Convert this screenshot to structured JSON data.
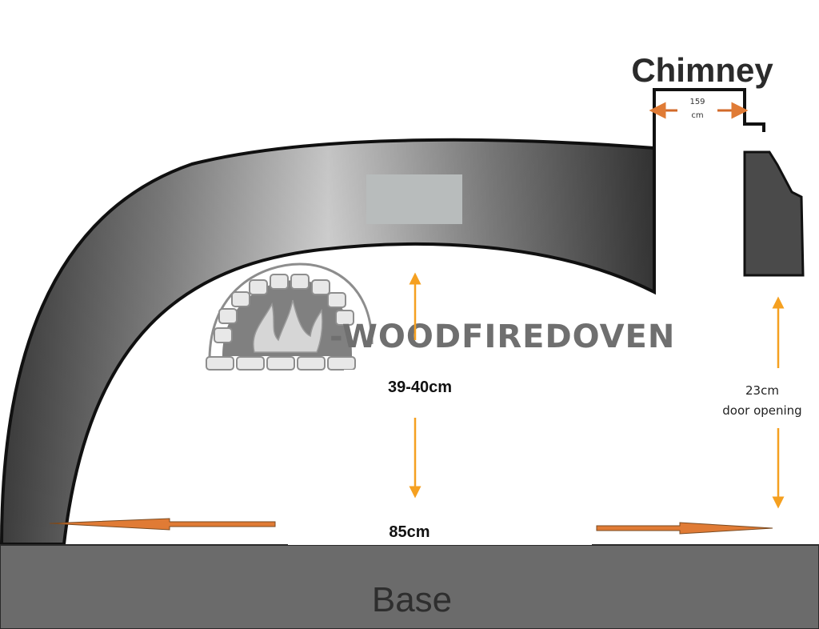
{
  "labels": {
    "chimney": "Chimney",
    "chimney_width_value": "159",
    "chimney_width_unit": "cm",
    "dome_height": "39-40cm",
    "door_height": "23cm",
    "door_caption": "door opening",
    "floor_width": "85cm",
    "base": "Base"
  },
  "watermark": {
    "text": "-WOODFIREDOVEN",
    "logo_icon": "brick-arch-flame-logo-icon"
  },
  "colors": {
    "shell_dark": "#3a3a3a",
    "shell_light": "#d8d8d8",
    "base_fill": "#6b6b6b",
    "outline": "#111111",
    "vertical_arrow": "#f5a020",
    "horizontal_arrow": "#e07b35"
  }
}
